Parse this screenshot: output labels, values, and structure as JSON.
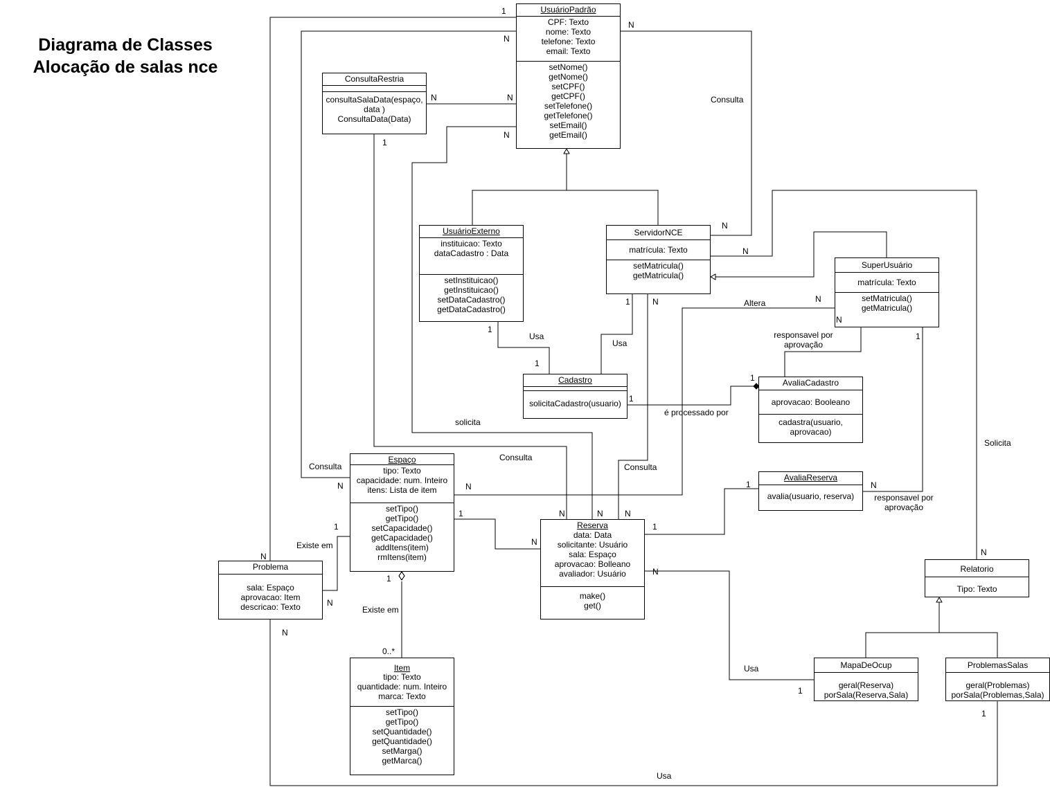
{
  "title": {
    "line1": "Diagrama de Classes",
    "line2": "Alocação de salas nce"
  },
  "classes": {
    "usuario_padrao": {
      "name": "UsuárioPadrão",
      "attrs": "CPF: Texto\nnome: Texto\ntelefone: Texto\nemail: Texto",
      "ops": "setNome()\ngetNome()\nsetCPF()\ngetCPF()\nsetTelefone()\ngetTelefone()\nsetEmail()\ngetEmail()"
    },
    "consulta_restria": {
      "name": "ConsultaRestria",
      "attrs": "",
      "ops": "consultaSalaData(espaço,\ndata )\nConsultaData(Data)"
    },
    "usuario_externo": {
      "name": "UsuárioExterno",
      "attrs": "instituicao: Texto\ndataCadastro : Data",
      "ops": "setInstituicao()\ngetInstituicao()\nsetDataCadastro()\ngetDataCadastro()"
    },
    "servidor_nce": {
      "name": "ServidorNCE",
      "attrs": "matrícula: Texto",
      "ops": "setMatricula()\ngetMatricula()"
    },
    "super_usuario": {
      "name": "SuperUsuário",
      "attrs": "matrícula: Texto",
      "ops": "setMatricula()\ngetMatricula()"
    },
    "cadastro": {
      "name": "Cadastro",
      "attrs": "",
      "ops": "solicitaCadastro(usuario)"
    },
    "avalia_cadastro": {
      "name": "AvaliaCadastro",
      "attrs": "aprovacao: Booleano",
      "ops": "cadastra(usuario,\naprovacao)"
    },
    "espaco": {
      "name": "Espaço",
      "attrs": "tipo: Texto\ncapacidade: num. Inteiro\nitens: Lista de item",
      "ops": "setTipo()\ngetTipo()\nsetCapacidade()\ngetCapacidade()\naddItens(item)\nrmItens(item)"
    },
    "avalia_reserva": {
      "name": "AvaliaReserva",
      "ops": "avalia(usuario, reserva)"
    },
    "reserva": {
      "name": "Reserva",
      "attrs": "data: Data\nsolicitante: Usuário\nsala: Espaço\naprovacao: Bolleano\navaliador: Usuário",
      "ops": "make()\nget()"
    },
    "problema": {
      "name": "Problema",
      "attrs": "sala: Espaço\naprovacao: Item\ndescricao: Texto",
      "ops": ""
    },
    "relatorio": {
      "name": "Relatorio",
      "attrs": "Tipo: Texto",
      "ops": ""
    },
    "item": {
      "name": "Item",
      "attrs": "tipo: Texto\nquantidade: num. Inteiro\nmarca: Texto",
      "ops": "setTipo()\ngetTipo()\nsetQuantidade()\ngetQuantidade()\nsetMarga()\ngetMarca()"
    },
    "mapa_de_ocup": {
      "name": "MapaDeOcup",
      "attrs": "geral(Reserva)\nporSala(Reserva,Sala)"
    },
    "problemas_salas": {
      "name": "ProblemasSalas",
      "attrs": "geral(Problemas)\nporSala(Problemas,Sala)"
    }
  },
  "labels": {
    "m_1_top": "1",
    "m_N_up_left": "N",
    "m_N_up_right": "N",
    "m_N_cr_right": "N",
    "m_N_up_cr": "N",
    "m_1_cr_bottom": "1",
    "m_N_up_solicita": "N",
    "consulta_right": "Consulta",
    "m_N_srv_consulta": "N",
    "m_N_srv_rel": "N",
    "m_1_srv": "1",
    "m_N_srv": "N",
    "altera": "Altera",
    "m_N_super_altera": "N",
    "m_N_super_left": "N",
    "m_1_super": "1",
    "m_1_ue": "1",
    "usa_ue": "Usa",
    "m_1_cad_top": "1",
    "usa_srv": "Usa",
    "resp_aprov_cad": "responsavel por\naprovação",
    "m_1_cad_right": "1",
    "m_1_aval_cad": "1",
    "processado": "é processado por",
    "solicita_left": "solicita",
    "consulta_mid": "Consulta",
    "solicita_right": "Solicita",
    "consulta_esp": "Consulta",
    "m_N_esp_left": "N",
    "m_N_esp_right": "N",
    "consulta_srv": "Consulta",
    "m_1_aval_res": "1",
    "m_N_aval_res": "N",
    "resp_aprov_res": "responsavel por\naprovação",
    "m_1_esp": "1",
    "m_N_res_1": "N",
    "m_N_res_2": "N",
    "m_N_res_3": "N",
    "m_N_res_left": "N",
    "m_1_res_right": "1",
    "m_1_esp_left": "1",
    "existe_em_1": "Existe em",
    "m_N_prob_top": "N",
    "m_1_esp_bottom": "1",
    "m_N_res_mapa": "N",
    "m_N_rel_top": "N",
    "m_N_prob_right": "N",
    "existe_em_2": "Existe em",
    "m_N_prob_bottom": "N",
    "m_0_star": "0..*",
    "usa_mapa": "Usa",
    "m_1_mapa": "1",
    "m_1_probsalas": "1",
    "usa_bottom": "Usa"
  }
}
